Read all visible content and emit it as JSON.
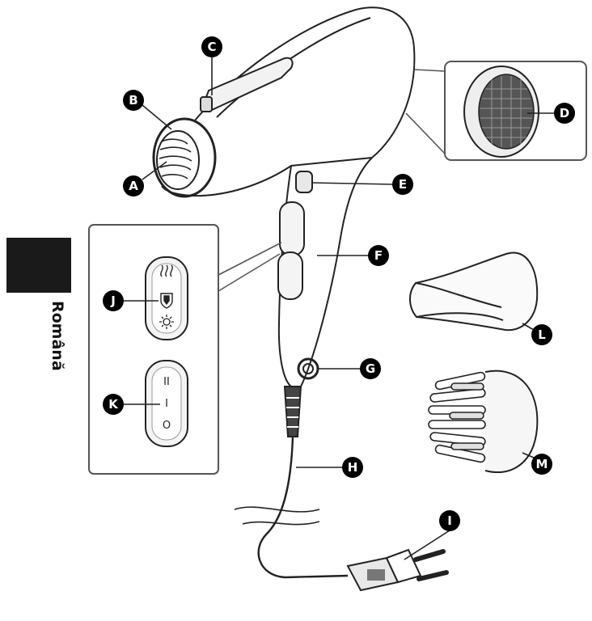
{
  "language_tab": {
    "label": "Română",
    "color": "#1a1a1a"
  },
  "callouts": {
    "A": "A",
    "B": "B",
    "C": "C",
    "D": "D",
    "E": "E",
    "F": "F",
    "G": "G",
    "H": "H",
    "I": "I",
    "J": "J",
    "K": "K",
    "L": "L",
    "M": "M"
  },
  "switch_panel": {
    "heat_switch_icons": [
      "heat-waves-icon",
      "cool-shot-icon",
      "ion-sun-icon"
    ],
    "speed_switch_symbols": {
      "high": "II",
      "low": "I",
      "off": "O"
    }
  },
  "colors": {
    "line": "#222222",
    "callout_fill": "#000000",
    "panel_border": "#555555"
  }
}
